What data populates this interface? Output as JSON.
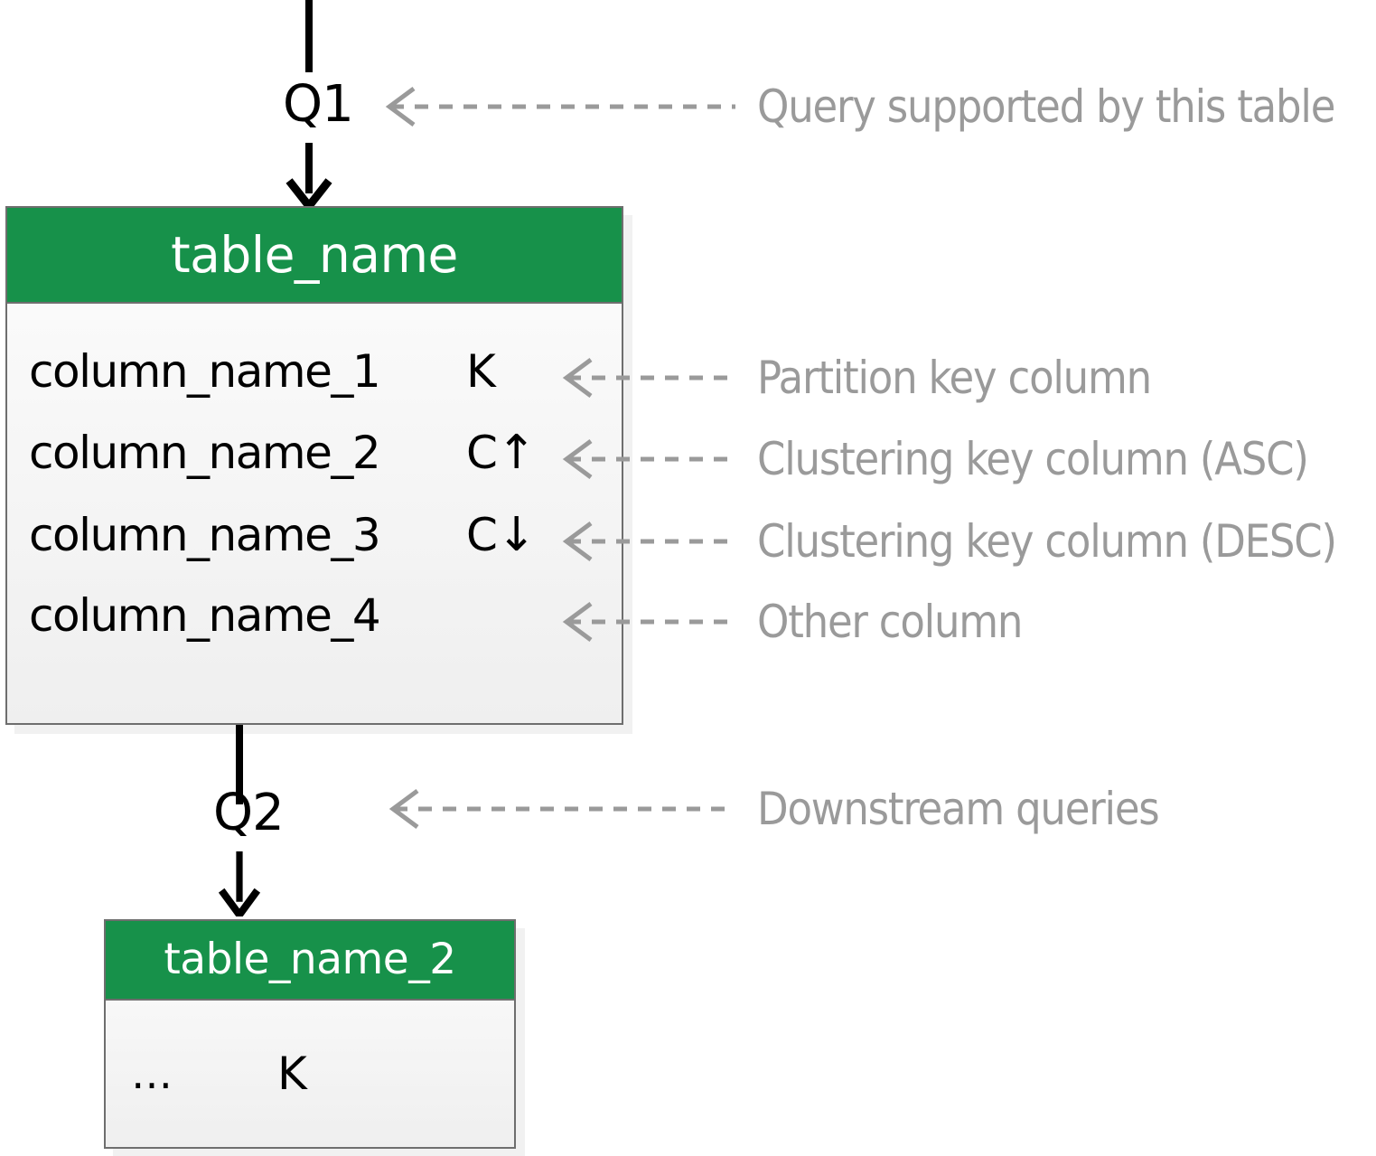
{
  "diagram": {
    "title_concept": "Cassandra table chebotko diagram legend",
    "colors": {
      "header_green": "#17914a",
      "annotation_gray": "#9a9a9a",
      "border_gray": "#6e6e6e",
      "text_black": "#000000"
    }
  },
  "flow": {
    "incoming_query_label": "Q1",
    "downstream_query_label": "Q2"
  },
  "main_table": {
    "name": "table_name",
    "columns": [
      {
        "name": "column_name_1",
        "key": "K",
        "direction": ""
      },
      {
        "name": "column_name_2",
        "key": "C",
        "direction": "↑"
      },
      {
        "name": "column_name_3",
        "key": "C",
        "direction": "↓"
      },
      {
        "name": "column_name_4",
        "key": "",
        "direction": ""
      }
    ]
  },
  "second_table": {
    "name": "table_name_2",
    "columns": [
      {
        "name": "…",
        "key": "K",
        "direction": ""
      }
    ]
  },
  "annotations": [
    {
      "id": "query-supported",
      "text": "Query supported by this table"
    },
    {
      "id": "partition-key",
      "text": "Partition key column"
    },
    {
      "id": "clustering-key-asc",
      "text": "Clustering key column (ASC)"
    },
    {
      "id": "clustering-key-desc",
      "text": "Clustering key column (DESC)"
    },
    {
      "id": "other-column",
      "text": "Other column"
    },
    {
      "id": "downstream-queries",
      "text": "Downstream queries"
    }
  ]
}
